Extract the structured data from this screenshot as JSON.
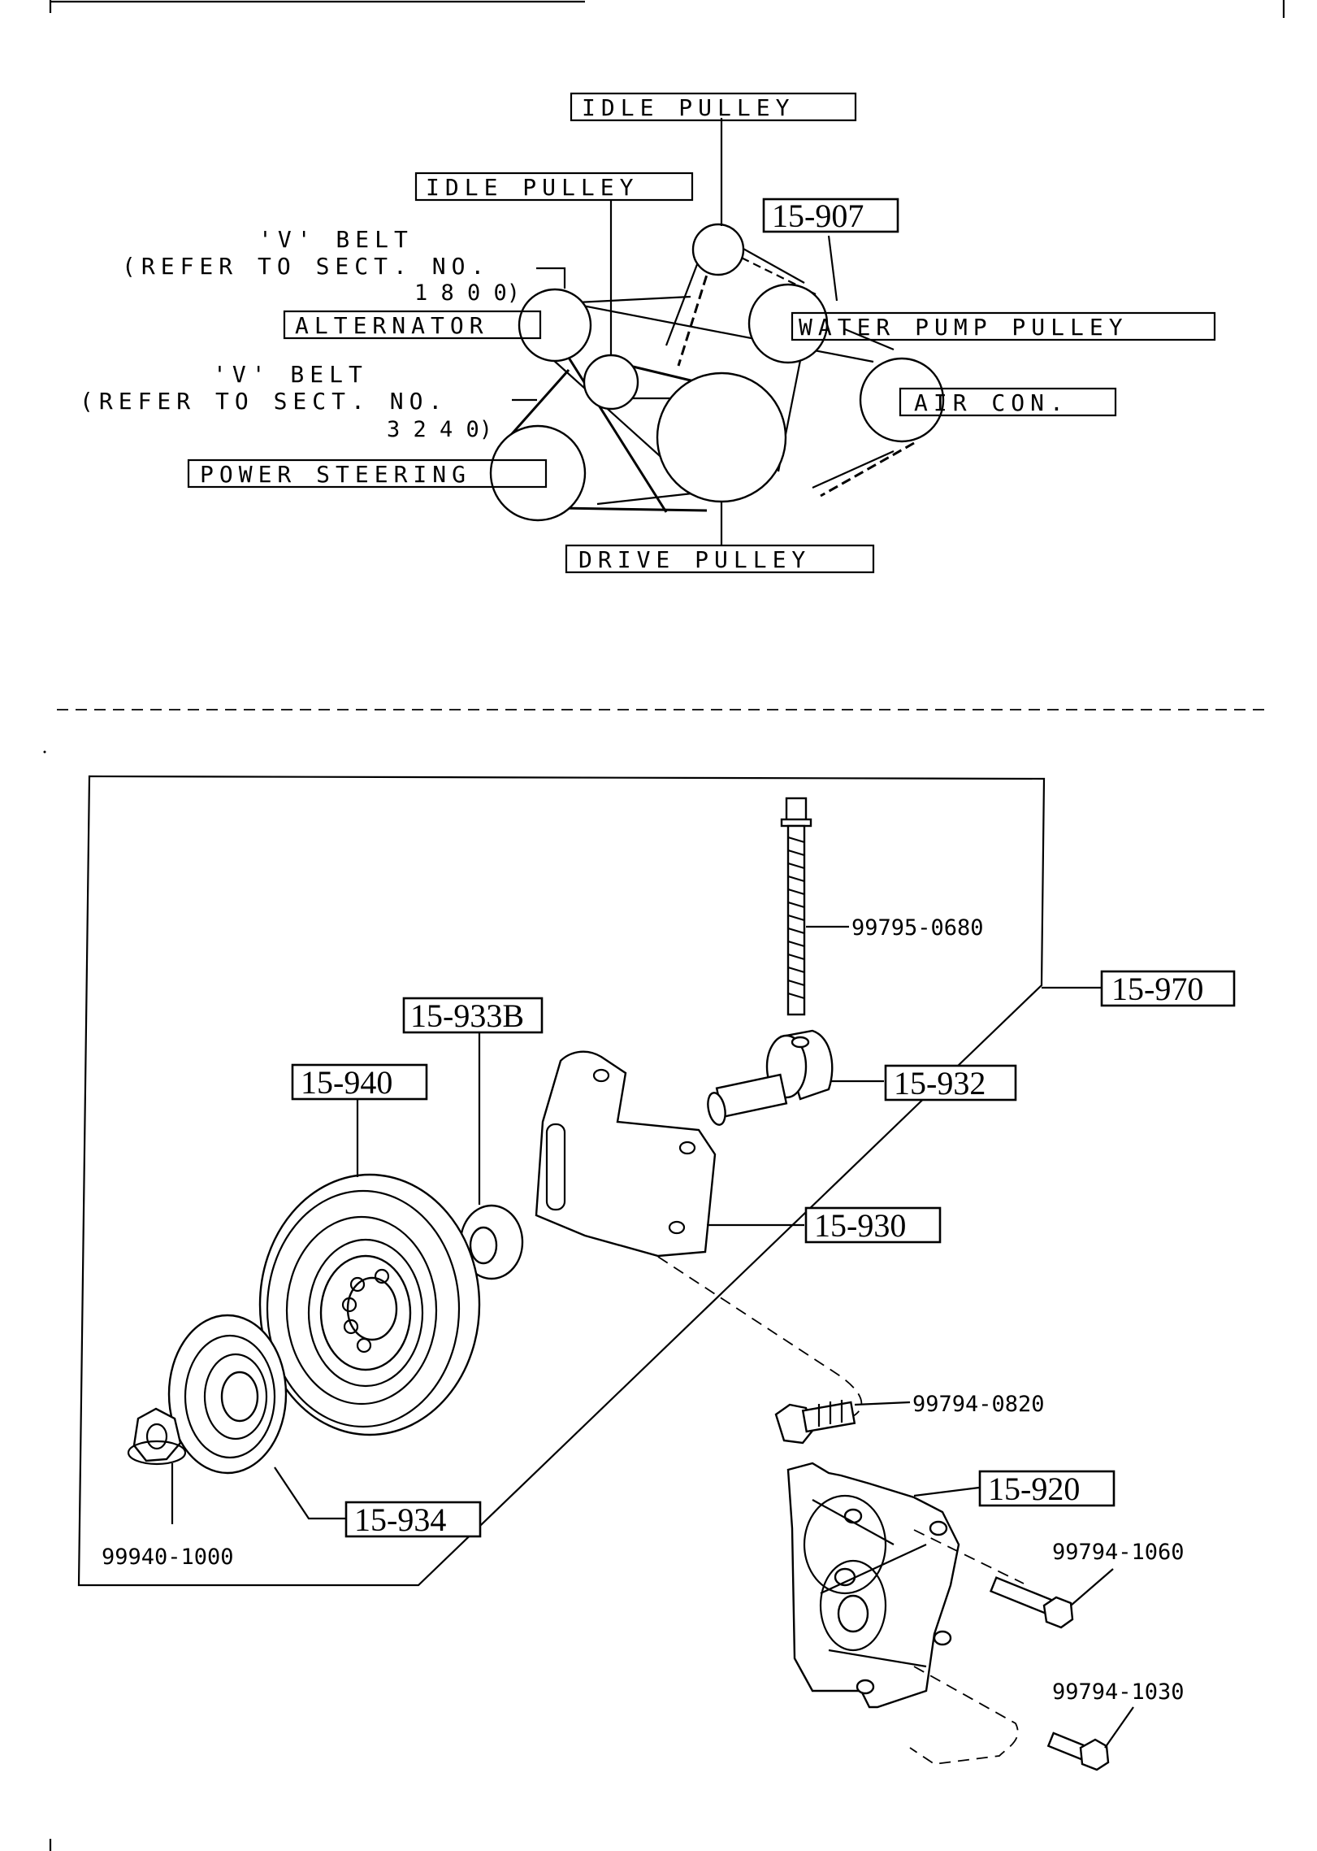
{
  "upper": {
    "idle_pulley_top": "IDLE PULLEY",
    "idle_pulley_mid": "IDLE PULLEY",
    "v_belt_1_line1": "'V' BELT",
    "v_belt_1_line2": "(REFER TO SECT. NO.",
    "v_belt_1_line3": "1 8 0 0)",
    "alternator": "ALTERNATOR",
    "v_belt_2_line1": "'V' BELT",
    "v_belt_2_line2": "(REFER TO SECT. NO.",
    "v_belt_2_line3": "3 2 4 0)",
    "power_steering": "POWER STEERING",
    "part_15_907": "15-907",
    "water_pump_pulley": "WATER PUMP PULLEY",
    "air_con": "AIR CON.",
    "drive_pulley": "DRIVE PULLEY"
  },
  "lower": {
    "bolt_99795_0680": "99795-0680",
    "part_15_970": "15-970",
    "part_15_933B": "15-933B",
    "part_15_940": "15-940",
    "part_15_932": "15-932",
    "part_15_930": "15-930",
    "bolt_99794_0820": "99794-0820",
    "part_15_920": "15-920",
    "bolt_99794_1060": "99794-1060",
    "bolt_99794_1030": "99794-1030",
    "part_15_934": "15-934",
    "nut_99940_1000": "99940-1000"
  }
}
